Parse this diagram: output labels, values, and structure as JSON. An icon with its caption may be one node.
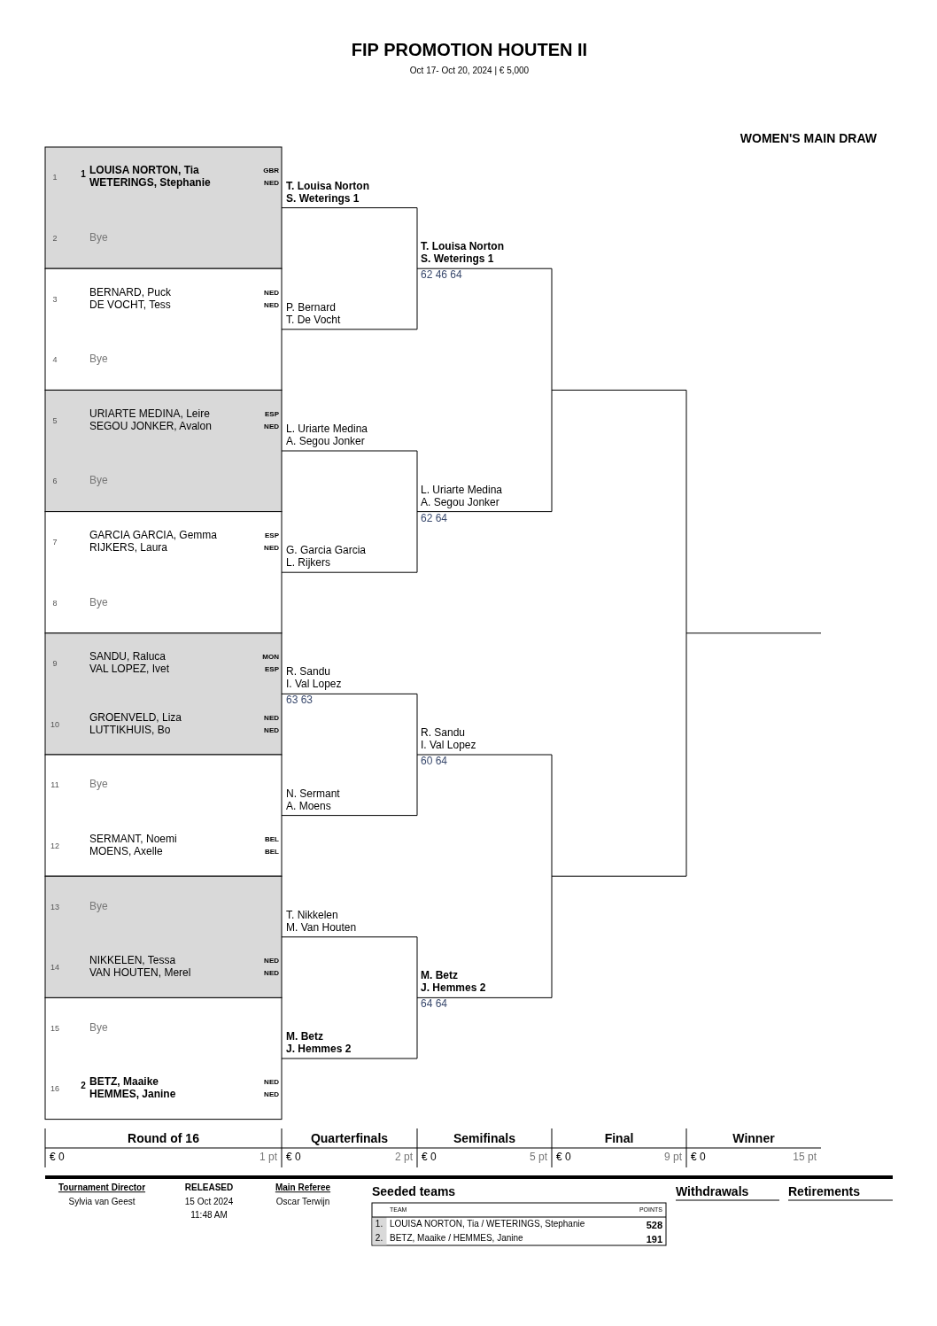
{
  "diagram": {
    "title": "FIP PROMOTION HOUTEN II",
    "labels": [
      "Oct 17- Oct 20, 2024  |  € 5,000",
      "WOMEN'S MAIN DRAW",
      "1",
      "1",
      "LOUISA NORTON, Tia",
      "GBR",
      "WETERINGS, Stephanie",
      "NED",
      "2",
      "Bye",
      "3",
      "BERNARD, Puck",
      "NED",
      "DE VOCHT, Tess",
      "NED",
      "4",
      "Bye",
      "5",
      "URIARTE MEDINA, Leire",
      "ESP",
      "SEGOU JONKER, Avalon",
      "NED",
      "6",
      "Bye",
      "7",
      "GARCIA GARCIA, Gemma",
      "ESP",
      "RIJKERS, Laura",
      "NED",
      "8",
      "Bye",
      "9",
      "SANDU, Raluca",
      "MON",
      "VAL LOPEZ, Ivet",
      "ESP",
      "10",
      "GROENVELD, Liza",
      "NED",
      "LUTTIKHUIS, Bo",
      "NED",
      "11",
      "Bye",
      "12",
      "SERMANT, Noemi",
      "BEL",
      "MOENS, Axelle",
      "BEL",
      "13",
      "Bye",
      "14",
      "NIKKELEN, Tessa",
      "NED",
      "VAN HOUTEN, Merel",
      "NED",
      "15",
      "Bye",
      "16",
      "2",
      "BETZ, Maaike",
      "NED",
      "HEMMES, Janine",
      "NED",
      "T. Louisa Norton",
      "S. Weterings  1",
      "P. Bernard",
      "T. De Vocht",
      "L. Uriarte Medina",
      "A. Segou Jonker",
      "G. Garcia Garcia",
      "L. Rijkers",
      "R. Sandu",
      "I. Val Lopez",
      "63 63",
      "N. Sermant",
      "A. Moens",
      "T. Nikkelen",
      "M. Van Houten",
      "M. Betz",
      "J. Hemmes  2",
      "T. Louisa Norton",
      "S. Weterings  1",
      "62 46 64",
      "L. Uriarte Medina",
      "A. Segou Jonker",
      "62 64",
      "R. Sandu",
      "I. Val Lopez",
      "60 64",
      "M. Betz",
      "J. Hemmes  2",
      "64 64",
      "Round of 16",
      "Quarterfinals",
      "Semifinals",
      "Final",
      "Winner",
      "€ 0",
      "1 pt",
      "€ 0",
      "2 pt",
      "€ 0",
      "5 pt",
      "€ 0",
      "9 pt",
      "€ 0",
      "15 pt",
      "Tournament Director",
      "Sylvia van Geest",
      "RELEASED",
      "15 Oct 2024",
      "11:48 AM",
      "Main Referee",
      "Oscar Terwijn",
      "Seeded teams",
      "Withdrawals",
      "Retirements",
      "TEAM",
      "POINTS",
      "1.",
      "LOUISA NORTON, Tia / WETERINGS, Stephanie",
      "528",
      "2.",
      "BETZ, Maaike / HEMMES, Janine",
      "191"
    ]
  }
}
